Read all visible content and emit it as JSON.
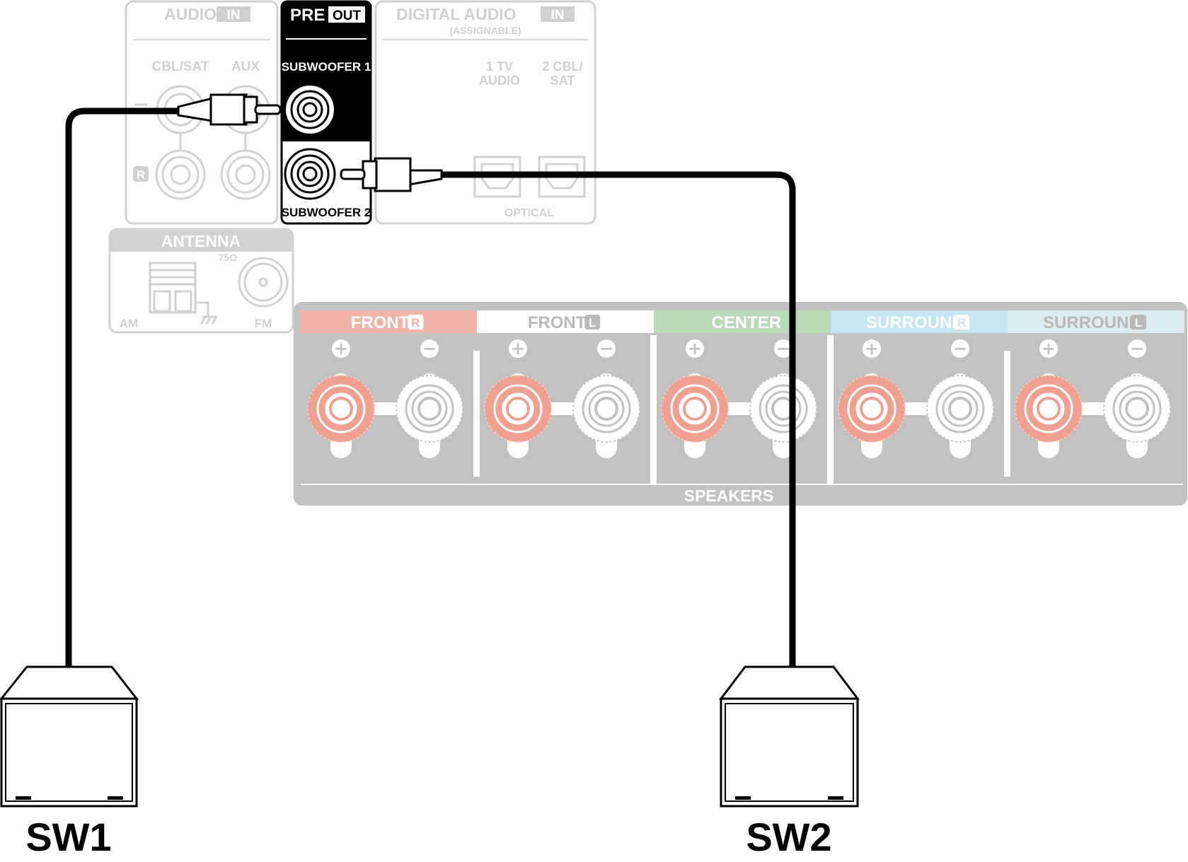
{
  "audio_in": {
    "title": "AUDIO",
    "badge": "IN",
    "col_cbl_sat": "CBL/SAT",
    "col_aux": "AUX",
    "row_right": "R"
  },
  "pre_out": {
    "title": "PRE",
    "badge": "OUT",
    "sub1": "SUBWOOFER 1",
    "sub2": "SUBWOOFER 2"
  },
  "digital_in": {
    "title": "DIGITAL AUDIO",
    "badge": "IN",
    "subtitle": "(ASSIGNABLE)",
    "port1_line1": "1   TV",
    "port1_line2": "AUDIO",
    "port2_line1": "2 CBL/",
    "port2_line2": "SAT",
    "optical": "OPTICAL"
  },
  "antenna": {
    "title": "ANTENNA",
    "ohm": "75Ω",
    "am": "AM",
    "fm": "FM"
  },
  "speakers": {
    "footer": "SPEAKERS",
    "groups": [
      {
        "name": "FRONT",
        "side": "R",
        "color": "#f0b5a8",
        "text_color": "#ffffff",
        "badge_fill": "#ffffff",
        "badge_text": "#f0b5a8"
      },
      {
        "name": "FRONT",
        "side": "L",
        "color": "#ffffff",
        "text_color": "#b9b9b9",
        "badge_fill": "#b9b9b9",
        "badge_text": "#ffffff"
      },
      {
        "name": "CENTER",
        "side": "",
        "color": "#b9d9b7",
        "text_color": "#ffffff",
        "badge_fill": "#ffffff",
        "badge_text": "#b9d9b7"
      },
      {
        "name": "SURROUND",
        "side": "R",
        "color": "#c5e6f1",
        "text_color": "#ffffff",
        "badge_fill": "#ffffff",
        "badge_text": "#c5e6f1"
      },
      {
        "name": "SURROUND",
        "side": "L",
        "color": "#dcecf2",
        "text_color": "#b9b9b9",
        "badge_fill": "#b9b9b9",
        "badge_text": "#ffffff"
      }
    ],
    "plus_symbol": "+",
    "minus_symbol": "−"
  },
  "subwoofers": {
    "sw1": "SW1",
    "sw2": "SW2"
  },
  "colors": {
    "faded": "#cfcfcf",
    "panel_gray": "#c2c2c2",
    "positive": "#f0a090",
    "cable": "#000000"
  }
}
